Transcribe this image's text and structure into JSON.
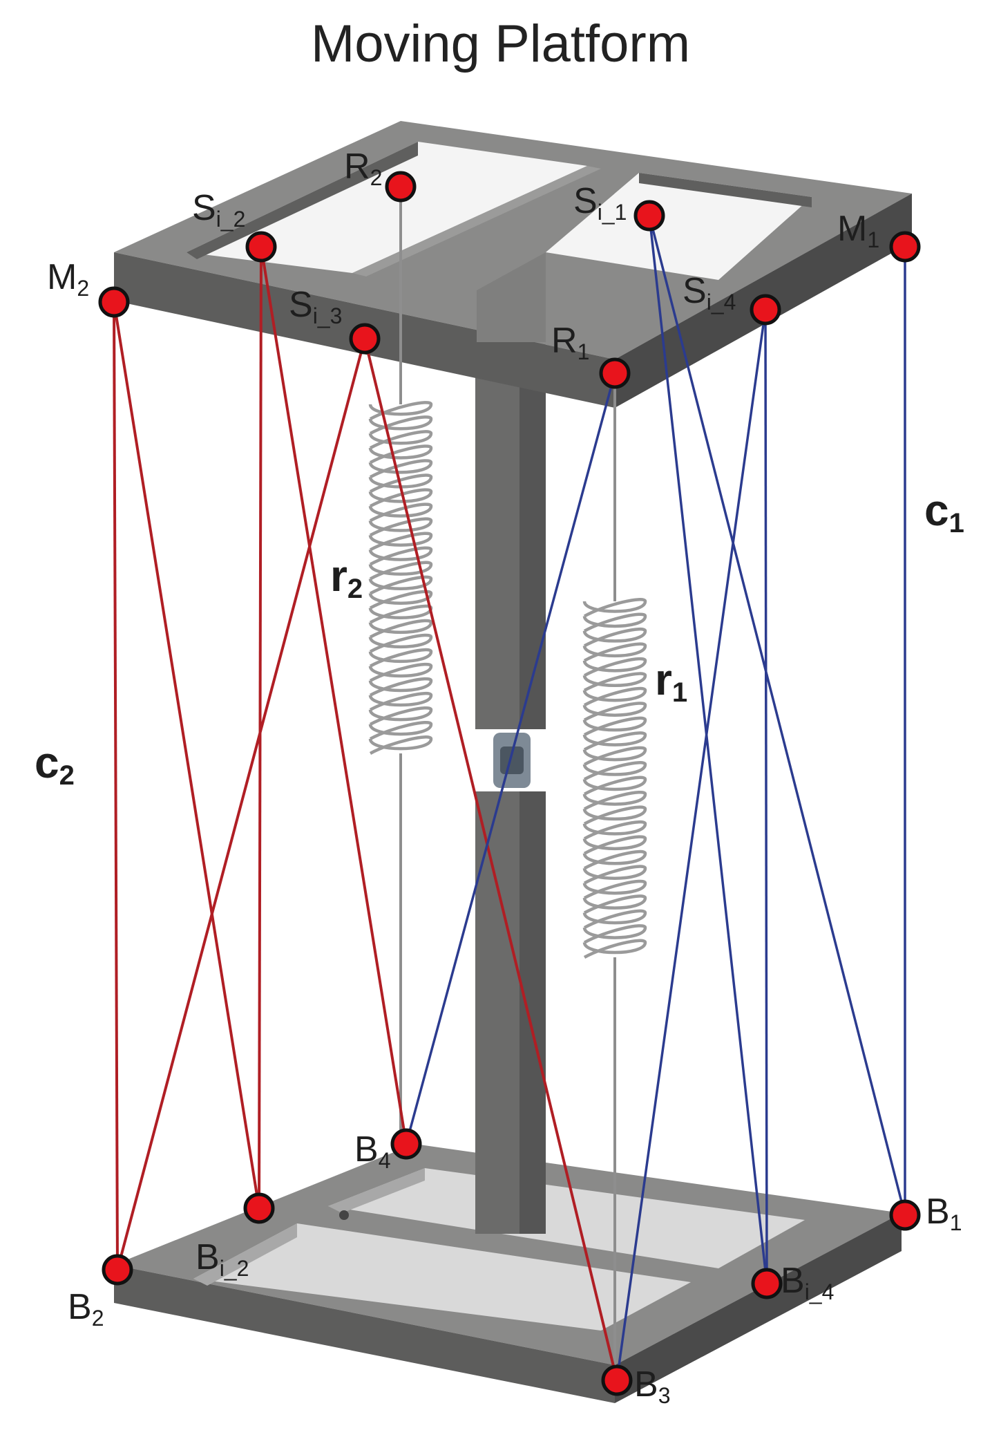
{
  "title": "Moving Platform",
  "colors": {
    "frame_top": "#8a8a89",
    "frame_side": "#5d5d5c",
    "frame_dark": "#4a4a4a",
    "post": "#6b6b6a",
    "red_cable": "#b01e24",
    "blue_cable": "#2b3b8f",
    "node_fill": "#e8141c",
    "node_stroke": "#111111",
    "spring": "#9a9a9a"
  },
  "nodes": {
    "R2": {
      "main": "R",
      "sub": "2"
    },
    "Si2": {
      "main": "S",
      "sub": "i_2"
    },
    "Si1": {
      "main": "S",
      "sub": "i_1"
    },
    "M1": {
      "main": "M",
      "sub": "1"
    },
    "M2": {
      "main": "M",
      "sub": "2"
    },
    "Si3": {
      "main": "S",
      "sub": "i_3"
    },
    "Si4": {
      "main": "S",
      "sub": "i_4"
    },
    "R1": {
      "main": "R",
      "sub": "1"
    },
    "B4": {
      "main": "B",
      "sub": "4"
    },
    "Bi2": {
      "main": "B",
      "sub": "i_2"
    },
    "B1": {
      "main": "B",
      "sub": "1"
    },
    "B2": {
      "main": "B",
      "sub": "2"
    },
    "Bi4": {
      "main": "B",
      "sub": "i_4"
    },
    "B3": {
      "main": "B",
      "sub": "3"
    }
  },
  "element_labels": {
    "c1": {
      "main": "c",
      "sub": "1"
    },
    "c2": {
      "main": "c",
      "sub": "2"
    },
    "r1": {
      "main": "r",
      "sub": "1"
    },
    "r2": {
      "main": "r",
      "sub": "2"
    }
  }
}
